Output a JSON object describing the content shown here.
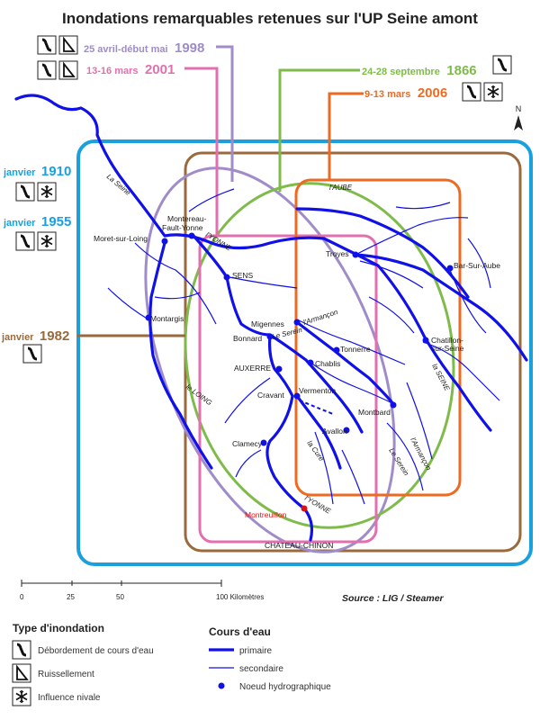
{
  "title": "Inondations remarquables retenues sur l'UP Seine amont",
  "source": "Source : LIG / Steamer",
  "colors": {
    "c1910": "#1aa0dc",
    "c1955": "#1aa0dc",
    "c1982": "#9a6a3c",
    "c1998": "#9f8cc8",
    "c2001": "#e36fb0",
    "c1866": "#7fbb4a",
    "c2006": "#ef6a21",
    "river": "#1010e8"
  },
  "floods": [
    {
      "id": "f1998",
      "date": "25 avril-début mai",
      "year": "1998"
    },
    {
      "id": "f2001",
      "date": "13-16 mars",
      "year": "2001"
    },
    {
      "id": "f1866",
      "date": "24-28 septembre",
      "year": "1866"
    },
    {
      "id": "f2006",
      "date": "9-13 mars",
      "year": "2006"
    },
    {
      "id": "f1910",
      "date": "janvier",
      "year": "1910"
    },
    {
      "id": "f1955",
      "date": "janvier",
      "year": "1955"
    },
    {
      "id": "f1982",
      "date": "janvier",
      "year": "1982"
    }
  ],
  "cities": {
    "moret": "Moret-sur-Loing",
    "montereau1": "Montereau-",
    "montereau2": "Fault-Yonne",
    "sens": "SENS",
    "montargis": "Montargis",
    "migennes": "Migennes",
    "bonnard": "Bonnard",
    "auxerre": "AUXERRE",
    "cravant": "Cravant",
    "vermenton": "Vermenton",
    "chablis": "Chablis",
    "tonnerre": "Tonnerre",
    "troyes": "Troyes",
    "barsuraube": "Bar-Sur-Aube",
    "chatillon1": "Chatillon-",
    "chatillon2": "sur-Seine",
    "montbard": "Montbard",
    "avallon": "Avallon",
    "clamecy": "Clamecy",
    "montreuillon": "Montreuillon",
    "chateauchinon": "CHATEAU-CHINON"
  },
  "rivers": {
    "seine_nw": "La Seine",
    "yonne_n": "l'YONNE",
    "aube": "l'AUBE",
    "armancon_n": "l'Armançon",
    "serein_n": "Le Serein",
    "loing": "le LOING",
    "seine_e": "la SEINE",
    "cure": "la Cure",
    "serein_s": "Le Serein",
    "armancon_s": "l'Armançon",
    "yonne_s": "l'YONNE"
  },
  "north": "N",
  "scale": {
    "ticks": [
      "0",
      "25",
      "50",
      "100 Kilomètres"
    ]
  },
  "legend": {
    "type_title": "Type d'inondation",
    "type_items": [
      "Débordement de cours d'eau",
      "Ruissellement",
      "Influence nivale"
    ],
    "cours_title": "Cours d'eau",
    "cours_items": [
      "primaire",
      "secondaire",
      "Noeud hydrographique"
    ]
  }
}
